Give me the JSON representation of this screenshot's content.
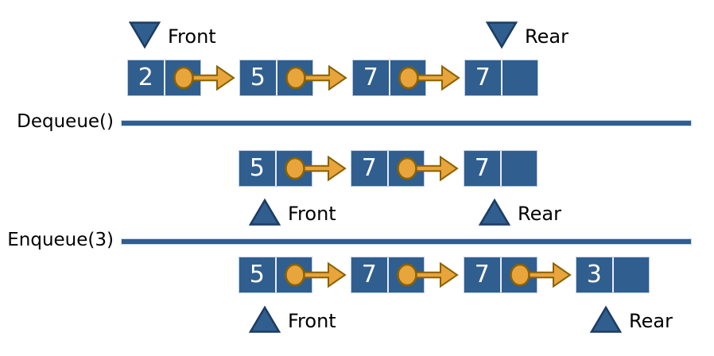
{
  "diagram": {
    "type": "linked-list-queue-operations",
    "colors": {
      "background": "#ffffff",
      "node_fill": "#305e8f",
      "node_border": "#b8cbe0",
      "cell_divider": "#e7eef5",
      "node_value_text": "#ffffff",
      "pointer_orange_fill": "#e8a53c",
      "pointer_orange_outline": "#8a6200",
      "marker_triangle_fill": "#305e8f",
      "marker_triangle_outline": "#1c3c63",
      "separator_line": "#305e8f",
      "label_text": "#000000"
    },
    "states": [
      {
        "name": "initial-queue",
        "nodes": [
          "2",
          "5",
          "7",
          "7"
        ],
        "front": {
          "label": "Front",
          "node_index": 0,
          "direction": "down"
        },
        "rear": {
          "label": "Rear",
          "node_index": 3,
          "direction": "down"
        }
      },
      {
        "name": "after-dequeue",
        "operation": "Dequeue()",
        "nodes": [
          "5",
          "7",
          "7"
        ],
        "front": {
          "label": "Front",
          "node_index": 0,
          "direction": "up"
        },
        "rear": {
          "label": "Rear",
          "node_index": 2,
          "direction": "up"
        }
      },
      {
        "name": "after-enqueue",
        "operation": "Enqueue(3)",
        "nodes": [
          "5",
          "7",
          "7",
          "3"
        ],
        "front": {
          "label": "Front",
          "node_index": 0,
          "direction": "up"
        },
        "rear": {
          "label": "Rear",
          "node_index": 3,
          "direction": "up"
        }
      }
    ]
  }
}
